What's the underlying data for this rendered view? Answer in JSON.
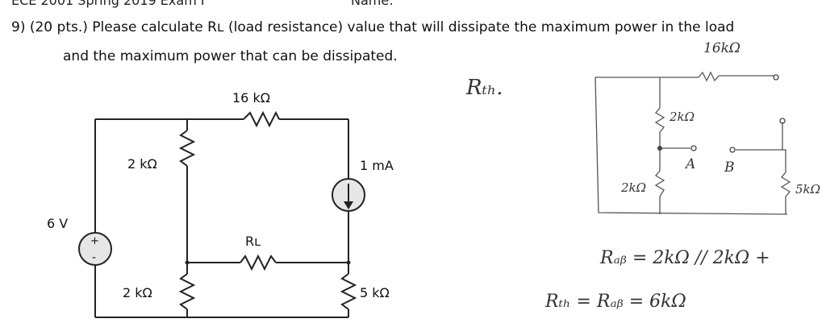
{
  "header": {
    "course_cut": "ECE 2001 Spring 2019 Exam I",
    "name_cut": "Name:"
  },
  "question": {
    "number": "9)",
    "points": "(20 pts.)",
    "line1_text": "Please calculate Rʟ (load resistance) value that will dissipate the maximum power in the load",
    "line2_text": "and the maximum power that can be dissipated."
  },
  "circuit": {
    "source_voltage": "6 V",
    "r_top": "16 kΩ",
    "r_left_upper": "2 kΩ",
    "r_left_lower": "2 kΩ",
    "current_source": "1 mA",
    "r_load": "Rʟ",
    "r_right": "5 kΩ"
  },
  "handwriting": {
    "rth_heading": "Rₜₕ.",
    "sketch_r_top": "16kΩ",
    "sketch_r_mid": "2kΩ",
    "sketch_r_left": "2kΩ",
    "sketch_r_right": "5kΩ",
    "node_a": "A",
    "node_b": "B",
    "rab_eq": "Rₐᵦ = 2kΩ // 2kΩ +",
    "rth_eq": "Rₜₕ = Rₐᵦ = 6kΩ"
  }
}
